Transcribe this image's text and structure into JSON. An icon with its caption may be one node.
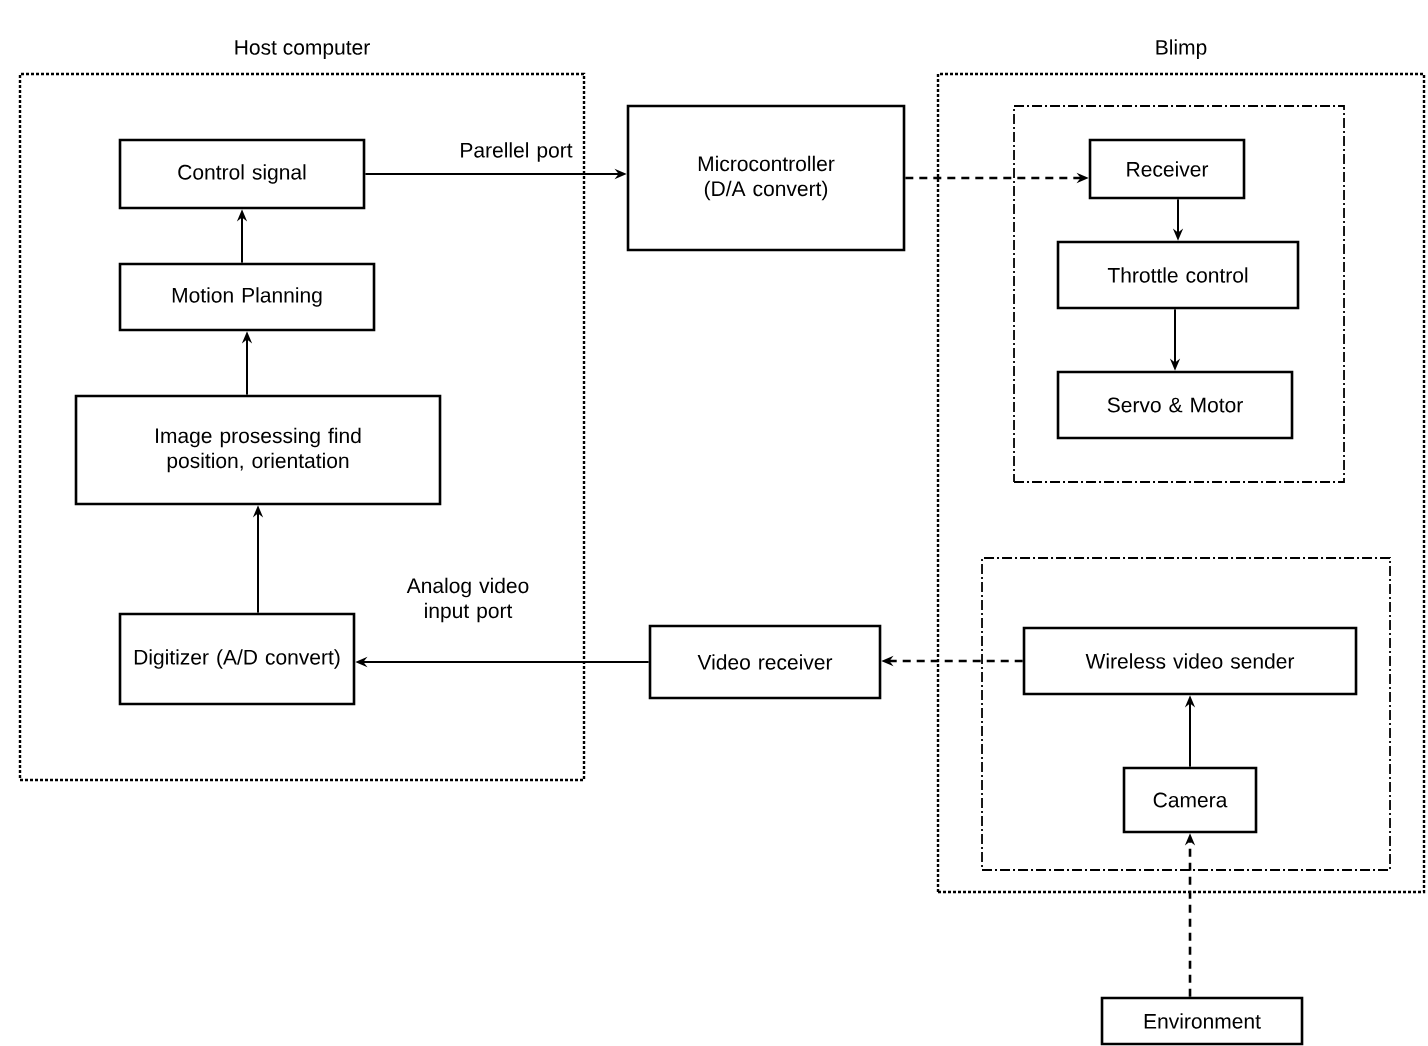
{
  "diagram": {
    "nodes": [
      {
        "text": [
          "Host computer"
        ]
      },
      {
        "text": [
          "Control signal"
        ],
        "in": 0
      },
      {
        "text": [
          "Motion Planning"
        ],
        "in": 0
      },
      {
        "text": [
          "Image prosessing find position, orientation"
        ],
        "in": 0
      },
      {
        "text": [
          "Digitizer (A/D convert)"
        ],
        "in": 0
      },
      {
        "text": [
          "Microcontroller (D/A convert)"
        ]
      },
      {
        "text": [
          "Video receiver"
        ]
      },
      {
        "text": [
          "Blimp"
        ]
      },
      {
        "text": [],
        "shape": "box",
        "in": 7
      },
      {
        "text": [
          "Receiver"
        ],
        "in": 8
      },
      {
        "text": [
          "Throttle control"
        ],
        "in": 8
      },
      {
        "text": [
          "Servo & Motor"
        ],
        "in": 8
      },
      {
        "text": [],
        "shape": "box",
        "in": 7
      },
      {
        "text": [
          "Wireless video sender"
        ],
        "in": 12
      },
      {
        "text": [
          "Camera"
        ],
        "in": 12
      },
      {
        "text": [
          "Environment"
        ]
      }
    ],
    "edges": [
      {
        "from": 4,
        "to": 3,
        "arrow": "to"
      },
      {
        "from": 3,
        "to": 2,
        "arrow": "to"
      },
      {
        "from": 2,
        "to": 1,
        "arrow": "to"
      },
      {
        "from": 1,
        "to": 5,
        "arrow": "to",
        "label": "Parellel port"
      },
      {
        "from": 5,
        "to": 9,
        "arrow": "to",
        "style": "dashed"
      },
      {
        "from": 9,
        "to": 10,
        "arrow": "to"
      },
      {
        "from": 10,
        "to": 11,
        "arrow": "to"
      },
      {
        "from": 14,
        "to": 13,
        "arrow": "to"
      },
      {
        "from": 15,
        "to": 14,
        "arrow": "to",
        "style": "dashed"
      },
      {
        "from": 13,
        "to": 6,
        "arrow": "to",
        "style": "dashed"
      },
      {
        "from": 6,
        "to": 4,
        "arrow": "to",
        "label": "Analog video input port"
      }
    ]
  }
}
